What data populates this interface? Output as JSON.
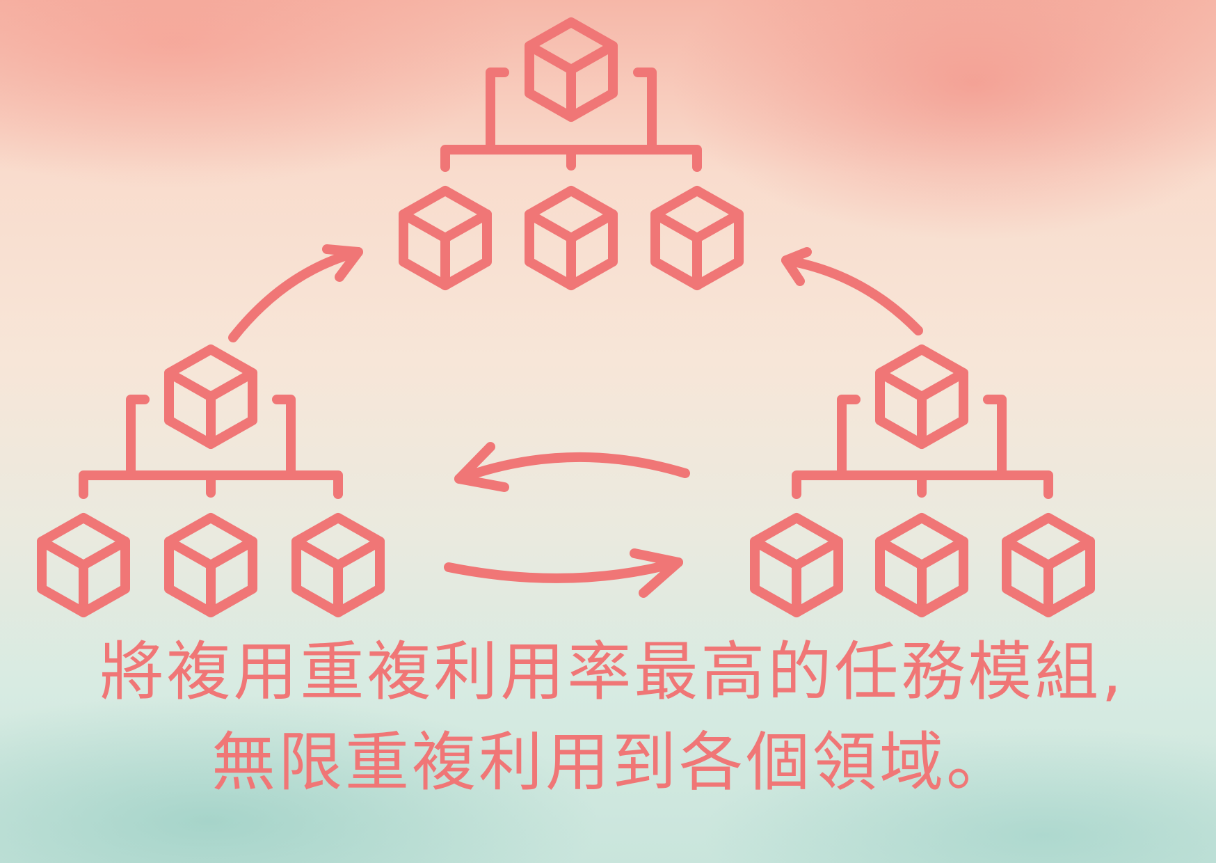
{
  "caption": {
    "line1": "將複用重複利用率最高的任務模組,",
    "line2": "無限重複利用到各個領域。"
  },
  "colors": {
    "accent": "#f07676"
  },
  "icons": {
    "module": "cube-icon",
    "arrow": "curved-arrow-icon"
  },
  "diagram": {
    "groups": [
      "top",
      "left",
      "right"
    ],
    "cubes_per_group": 4
  }
}
